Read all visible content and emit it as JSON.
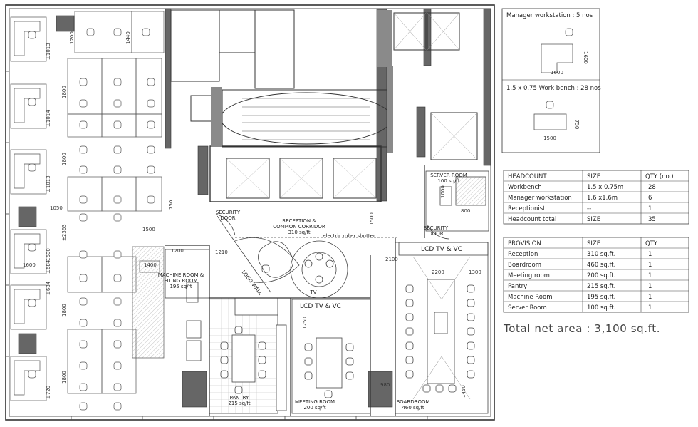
{
  "plan": {
    "rooms": {
      "reception": [
        "RECEPTION &",
        "COMMON CORRIDOR",
        "310 sq/ft"
      ],
      "machine_room": [
        "MACHINE ROOM &",
        "FILING ROOM",
        "195 sq/ft"
      ],
      "server_room": [
        "SERVER ROOM",
        "100 sq/ft"
      ],
      "pantry": [
        "PANTRY",
        "215 sq/ft"
      ],
      "meeting_room": [
        "MEETING ROOM",
        "200 sq/ft"
      ],
      "boardroom": [
        "BOARDROOM",
        "460 sq/ft"
      ]
    },
    "security_door_left": [
      "SECURITY",
      "DOOR"
    ],
    "security_door_right": [
      "SECURITY",
      "DOOR"
    ],
    "shutter": "electric roller shutter",
    "lcd_boardroom": "LCD TV & VC",
    "lcd_meeting": "LCD TV & VC",
    "logo_wall": "LOGO WALL",
    "tv": "TV",
    "dims": {
      "d1200a": "1200",
      "d1440": "1440",
      "d1013": "±1013",
      "d1014": "±1014",
      "d1800a": "1800",
      "d1800b": "1800",
      "d1800c": "1800",
      "d1800d": "1800",
      "d1013b": "±1013",
      "d1050": "1050",
      "d750a": "750",
      "d1500a": "1500",
      "d2363": "±2363",
      "d1600a": "1600",
      "d1600b": "1600",
      "d684a": "±684",
      "d684b": "±684",
      "d720": "±720",
      "d1200b": "1200",
      "d1400": "1400",
      "d1210": "1210",
      "d1500b": "1500",
      "d2100": "2100",
      "d2200": "2200",
      "d1300": "1300",
      "d1000": "1000",
      "d800": "800",
      "d1250": "1250",
      "d980": "980",
      "d1450": "1450"
    },
    "legend": {
      "manager_label": "Manager workstation : 5 nos",
      "manager_w": "1600",
      "manager_h": "1600",
      "bench_label": "1.5 x 0.75 Work bench : 28 nos",
      "bench_w": "1500",
      "bench_h": "750"
    },
    "headcount": {
      "headers": [
        "HEADCOUNT",
        "SIZE",
        "QTY (no.)"
      ],
      "rows": [
        [
          "Workbench",
          "1.5 x 0.75m",
          "28"
        ],
        [
          "Manager workstation",
          "1.6 x1.6m",
          "6"
        ],
        [
          "Receptionist",
          "--",
          "1"
        ],
        [
          "Headcount total",
          "SIZE",
          "35"
        ]
      ]
    },
    "provision": {
      "headers": [
        "PROVISION",
        "SIZE",
        "QTY"
      ],
      "rows": [
        [
          "Reception",
          "310 sq.ft.",
          "1"
        ],
        [
          "Boardroom",
          "460 sq.ft.",
          "1"
        ],
        [
          "Meeting room",
          "200 sq.ft.",
          "1"
        ],
        [
          "Pantry",
          "215 sq.ft.",
          "1"
        ],
        [
          "Machine Room",
          "195 sq.ft.",
          "1"
        ],
        [
          "Server Room",
          "100 sq.ft.",
          "1"
        ]
      ]
    },
    "total": "Total net area : 3,100 sq.ft."
  }
}
